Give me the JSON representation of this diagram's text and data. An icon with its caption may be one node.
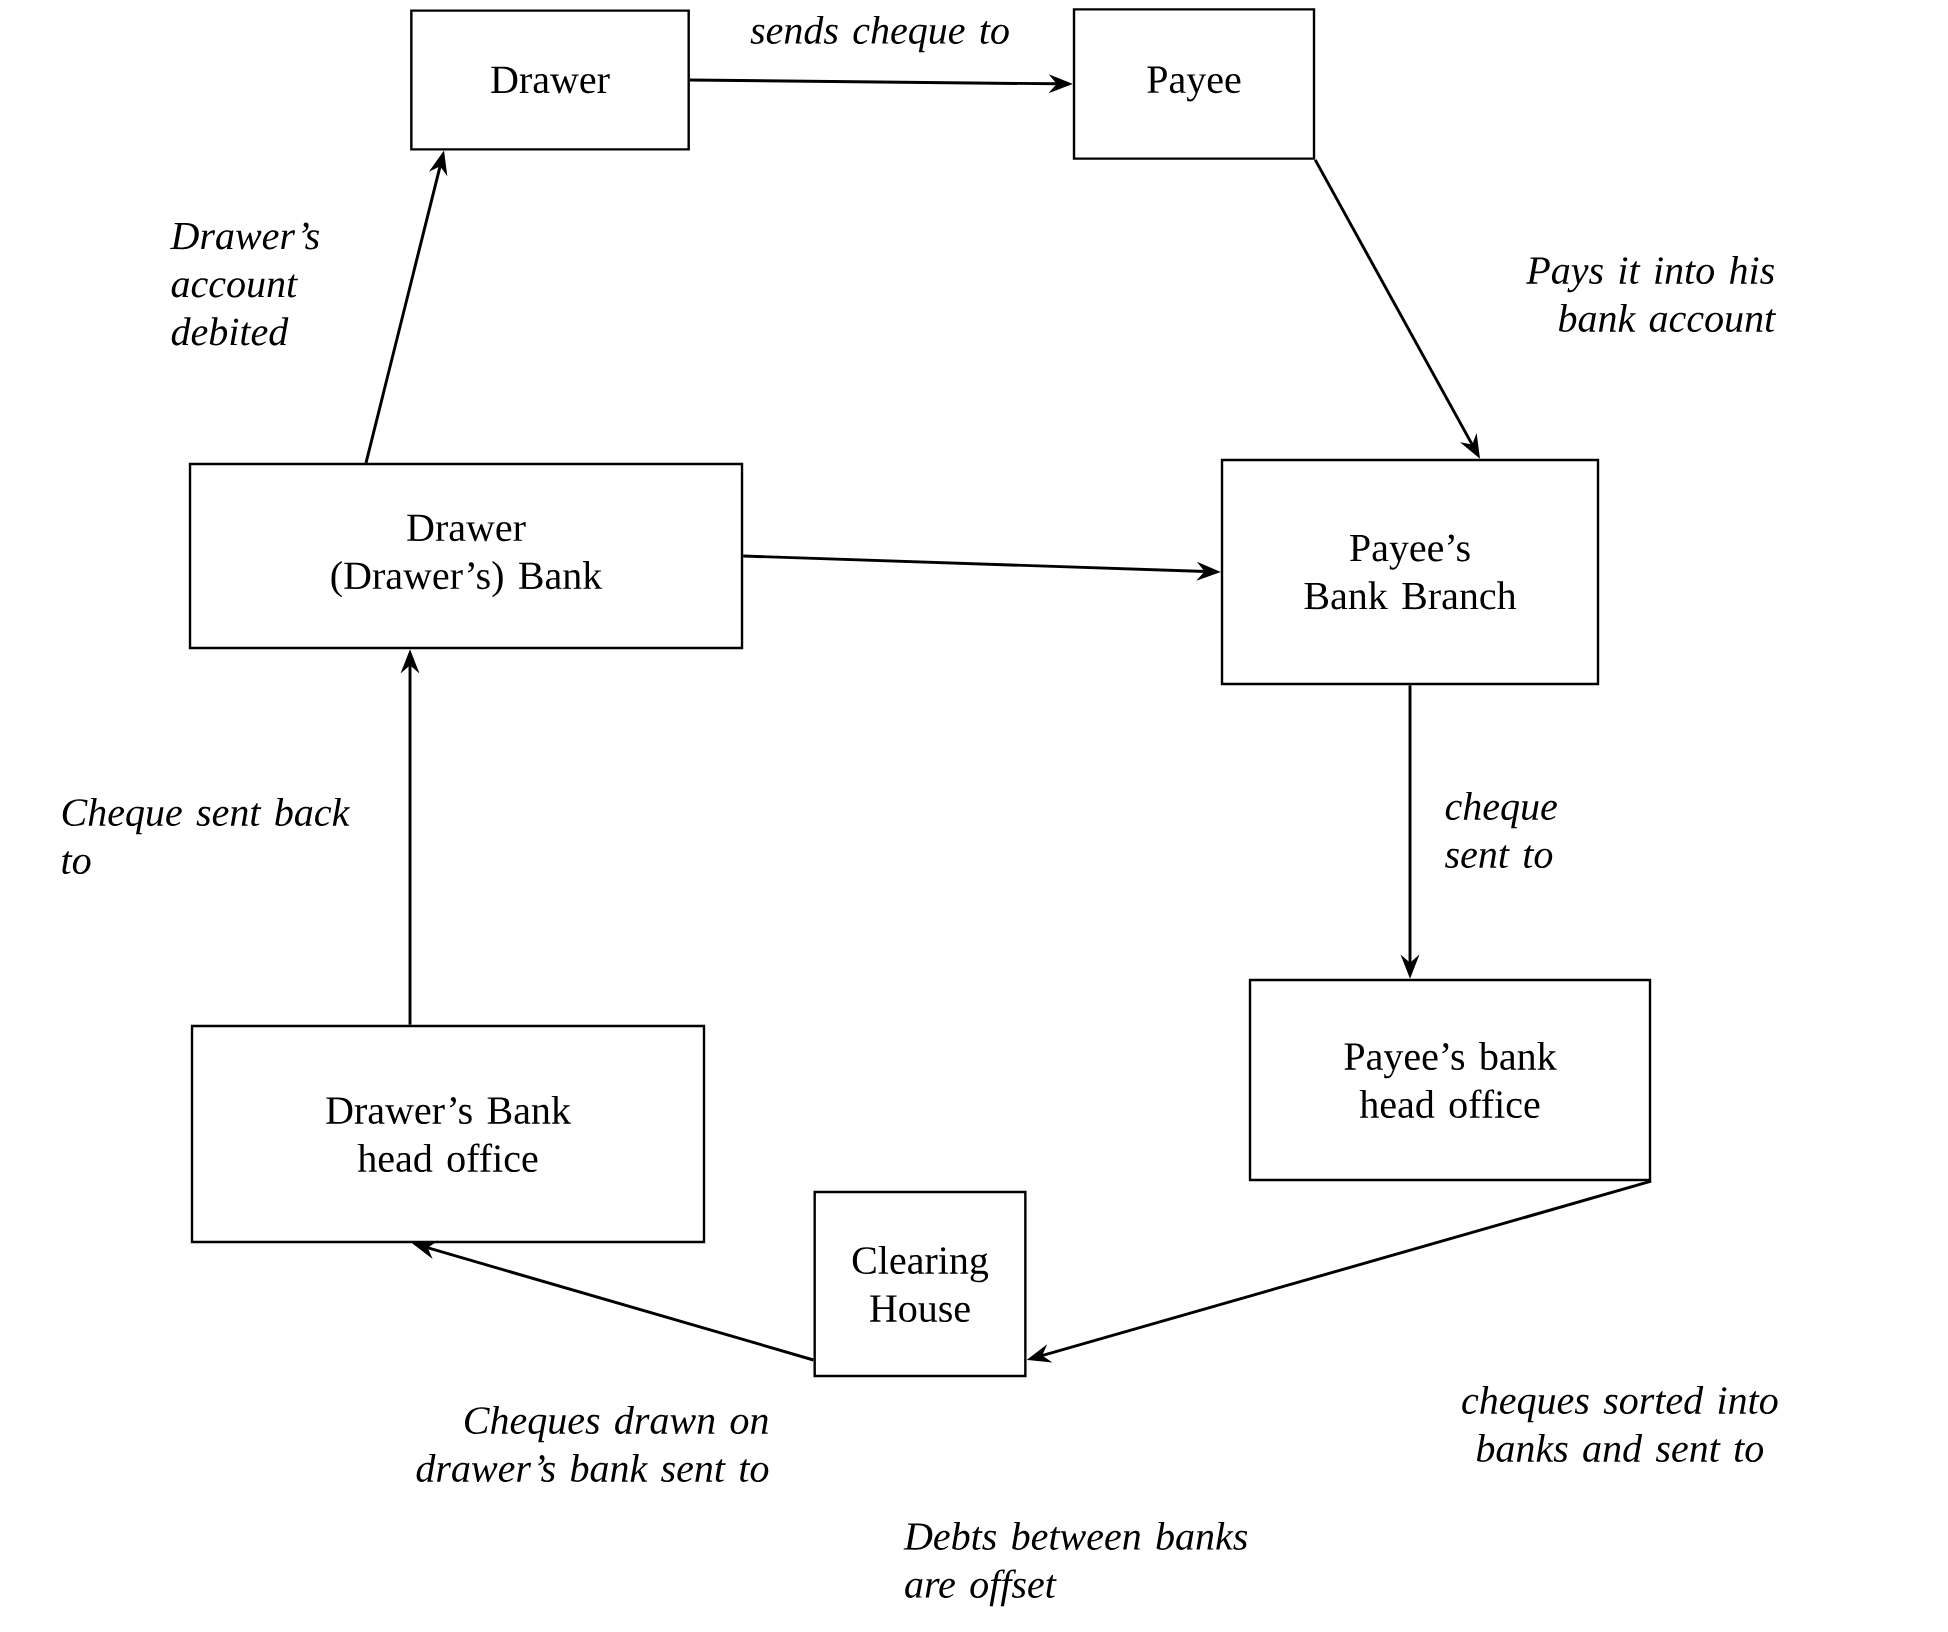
{
  "diagram": {
    "nodes": [
      {
        "text": [
          "Drawer"
        ]
      },
      {
        "text": [
          "Payee"
        ]
      },
      {
        "text": [
          "Drawer (Drawer’s) Bank"
        ]
      },
      {
        "text": [
          "Payee’s Bank Branch"
        ]
      },
      {
        "text": [
          "Drawer’s Bank head office"
        ]
      },
      {
        "text": [
          "Payee’s bank head office"
        ]
      },
      {
        "text": [
          "Clearing House"
        ],
        "beside": [
          "Debts between banks are offset"
        ]
      }
    ],
    "edges": [
      {
        "from": 0,
        "to": 1,
        "arrow": "to",
        "label": "sends cheque to"
      },
      {
        "from": 1,
        "to": 3,
        "arrow": "to",
        "label": "Pays it into his bank account"
      },
      {
        "from": 2,
        "to": 0,
        "arrow": "to",
        "label": "Drawer’s account debited"
      },
      {
        "from": 2,
        "to": 3,
        "arrow": "to"
      },
      {
        "from": 3,
        "to": 5,
        "arrow": "to",
        "label": "cheque sent to"
      },
      {
        "from": 5,
        "to": 6,
        "arrow": "to",
        "label": "cheques sorted into banks and sent to"
      },
      {
        "from": 6,
        "to": 4,
        "arrow": "to",
        "label": "Cheques drawn on drawer’s bank sent to"
      },
      {
        "from": 4,
        "to": 2,
        "arrow": "to",
        "label": "Cheque sent back to"
      }
    ]
  }
}
